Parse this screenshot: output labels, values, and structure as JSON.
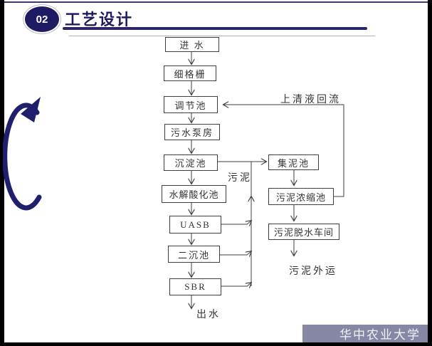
{
  "header": {
    "section_number": "02",
    "title": "工艺设计"
  },
  "flowchart": {
    "main_nodes": [
      "进 水",
      "细格栅",
      "调节池",
      "污水泵房",
      "沉淀池",
      "水解酸化池",
      "UASB",
      "二沉池",
      "SBR"
    ],
    "side_nodes": [
      "集泥池",
      "污泥浓缩池",
      "污泥脱水车间"
    ],
    "labels": {
      "supernatant_return": "上清液回流",
      "sludge": "污泥",
      "effluent": "出水",
      "sludge_disposal": "污泥外运"
    }
  },
  "footer": {
    "university": "华中农业大学"
  },
  "icons": {
    "curved_arrow": "curved-up-arrow"
  },
  "colors": {
    "accent_navy": "#1e1b62",
    "footer_bar": "#8687a4",
    "diagram_line": "#3f3f3f"
  }
}
